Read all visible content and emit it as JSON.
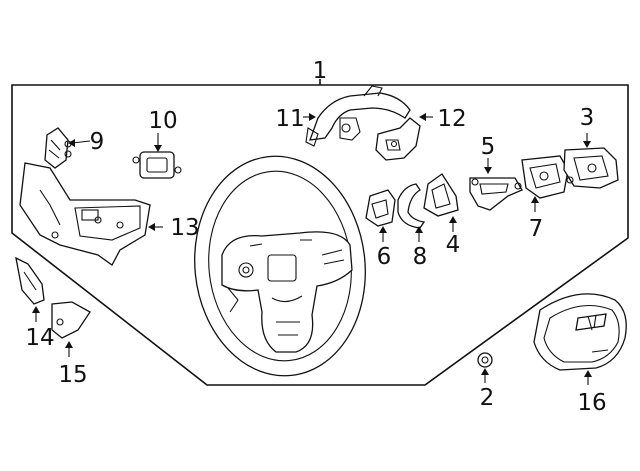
{
  "diagram": {
    "title": "",
    "callouts": [
      {
        "id": "1",
        "label": "1",
        "part": "steering-wheel-assembly"
      },
      {
        "id": "2",
        "label": "2",
        "part": "bolt"
      },
      {
        "id": "3",
        "label": "3",
        "part": "right-switch-bezel"
      },
      {
        "id": "4",
        "label": "4",
        "part": "switch-trim"
      },
      {
        "id": "5",
        "label": "5",
        "part": "bracket"
      },
      {
        "id": "6",
        "label": "6",
        "part": "small-switch"
      },
      {
        "id": "7",
        "label": "7",
        "part": "control-switch"
      },
      {
        "id": "8",
        "label": "8",
        "part": "switch-trim-piece"
      },
      {
        "id": "9",
        "label": "9",
        "part": "paddle-switch"
      },
      {
        "id": "10",
        "label": "10",
        "part": "switch-module"
      },
      {
        "id": "11",
        "label": "11",
        "part": "wiring-harness"
      },
      {
        "id": "12",
        "label": "12",
        "part": "harness-bracket"
      },
      {
        "id": "13",
        "label": "13",
        "part": "left-switch-panel"
      },
      {
        "id": "14",
        "label": "14",
        "part": "lower-cover"
      },
      {
        "id": "15",
        "label": "15",
        "part": "trim-cover"
      },
      {
        "id": "16",
        "label": "16",
        "part": "air-bag-module"
      }
    ]
  }
}
